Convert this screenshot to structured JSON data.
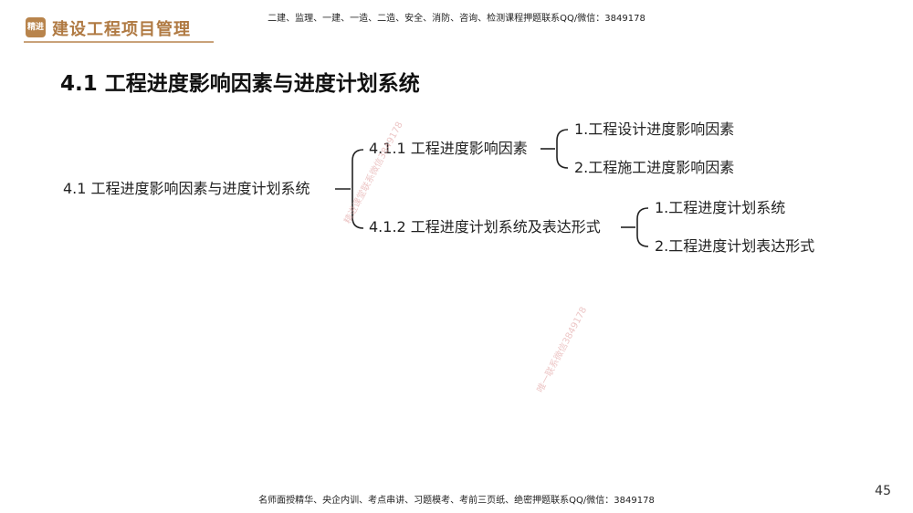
{
  "header": {
    "logo_text": "精进",
    "course_title": "建设工程项目管理",
    "top_note": "二建、监理、一建、一造、二造、安全、消防、咨询、检测课程押题联系QQ/微信：3849178"
  },
  "slide": {
    "title": "4.1 工程进度影响因素与进度计划系统",
    "page_number": "45"
  },
  "tree": {
    "root": "4.1 工程进度影响因素与进度计划系统",
    "branches": [
      {
        "label": "4.1.1 工程进度影响因素",
        "children": [
          "1.工程设计进度影响因素",
          "2.工程施工进度影响因素"
        ]
      },
      {
        "label": "4.1.2 工程进度计划系统及表达形式",
        "children": [
          "1.工程进度计划系统",
          "2.工程进度计划表达形式"
        ]
      }
    ]
  },
  "watermarks": [
    "精进课堂联系微信3849178",
    "唯一联系微信3849178"
  ],
  "footer": {
    "note": "名师面授精华、央企内训、考点串讲、习题模考、考前三页纸、绝密押题联系QQ/微信：3849178"
  }
}
